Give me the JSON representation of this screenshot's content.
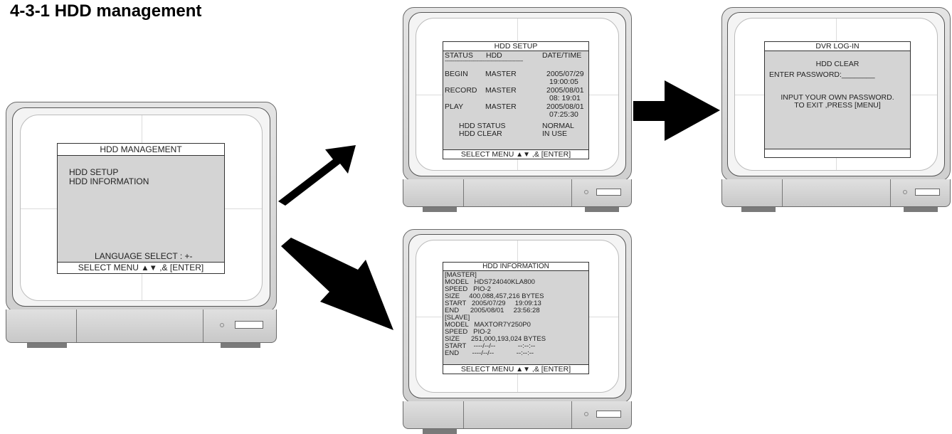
{
  "page_title": "4-3-1 HDD management",
  "hdd_management": {
    "title": "HDD MANAGEMENT",
    "items": [
      "HDD SETUP",
      "HDD INFORMATION"
    ],
    "language": "LANGUAGE SELECT : +-",
    "footer_a": "SELECT MENU",
    "footer_b": ",& [ENTER]"
  },
  "hdd_setup": {
    "title": "HDD SETUP",
    "col_status": "STATUS",
    "col_hdd": "HDD",
    "col_datetime": "DATE/TIME",
    "separator": "------------------------------------------------------------",
    "rows": [
      {
        "status": "BEGIN",
        "hdd": "MASTER",
        "date": "2005/07/29",
        "time": "19:00:05"
      },
      {
        "status": "RECORD",
        "hdd": "MASTER",
        "date": "2005/08/01",
        "time": "08: 19:01"
      },
      {
        "status": "PLAY",
        "hdd": "MASTER",
        "date": "2005/08/01",
        "time": "07:25:30"
      }
    ],
    "hdd_status_label": "HDD STATUS",
    "hdd_status_value": "NORMAL",
    "hdd_clear_label": "HDD CLEAR",
    "hdd_clear_value": "IN USE",
    "footer_a": "SELECT MENU",
    "footer_b": ",& [ENTER]"
  },
  "dvr_login": {
    "title": "DVR LOG-IN",
    "line1": "HDD CLEAR",
    "line2": "ENTER PASSWORD:________",
    "line3": "INPUT YOUR OWN  PASSWORD.",
    "line4": "TO EXIT ,PRESS [MENU]"
  },
  "hdd_information": {
    "title": "HDD INFORMATION",
    "lines": [
      "[MASTER]",
      "MODEL   HDS724040KLA800",
      "SPEED   PIO-2",
      "SIZE     400,088,457,216 BYTES",
      "START   2005/07/29     19:09:13",
      "END      2005/08/01     23:56:28",
      "[SLAVE]",
      "MODEL   MAXTOR7Y250P0",
      "SPEED   PIO-2",
      "SIZE      251,000,193,024 BYTES",
      "START    ----/--/--            --:--:--",
      "END       ----/--/--            --:--:--"
    ],
    "footer_a": "SELECT MENU",
    "footer_b": ",& [ENTER]"
  },
  "symbols": {
    "up": "▲",
    "down": "▼"
  }
}
